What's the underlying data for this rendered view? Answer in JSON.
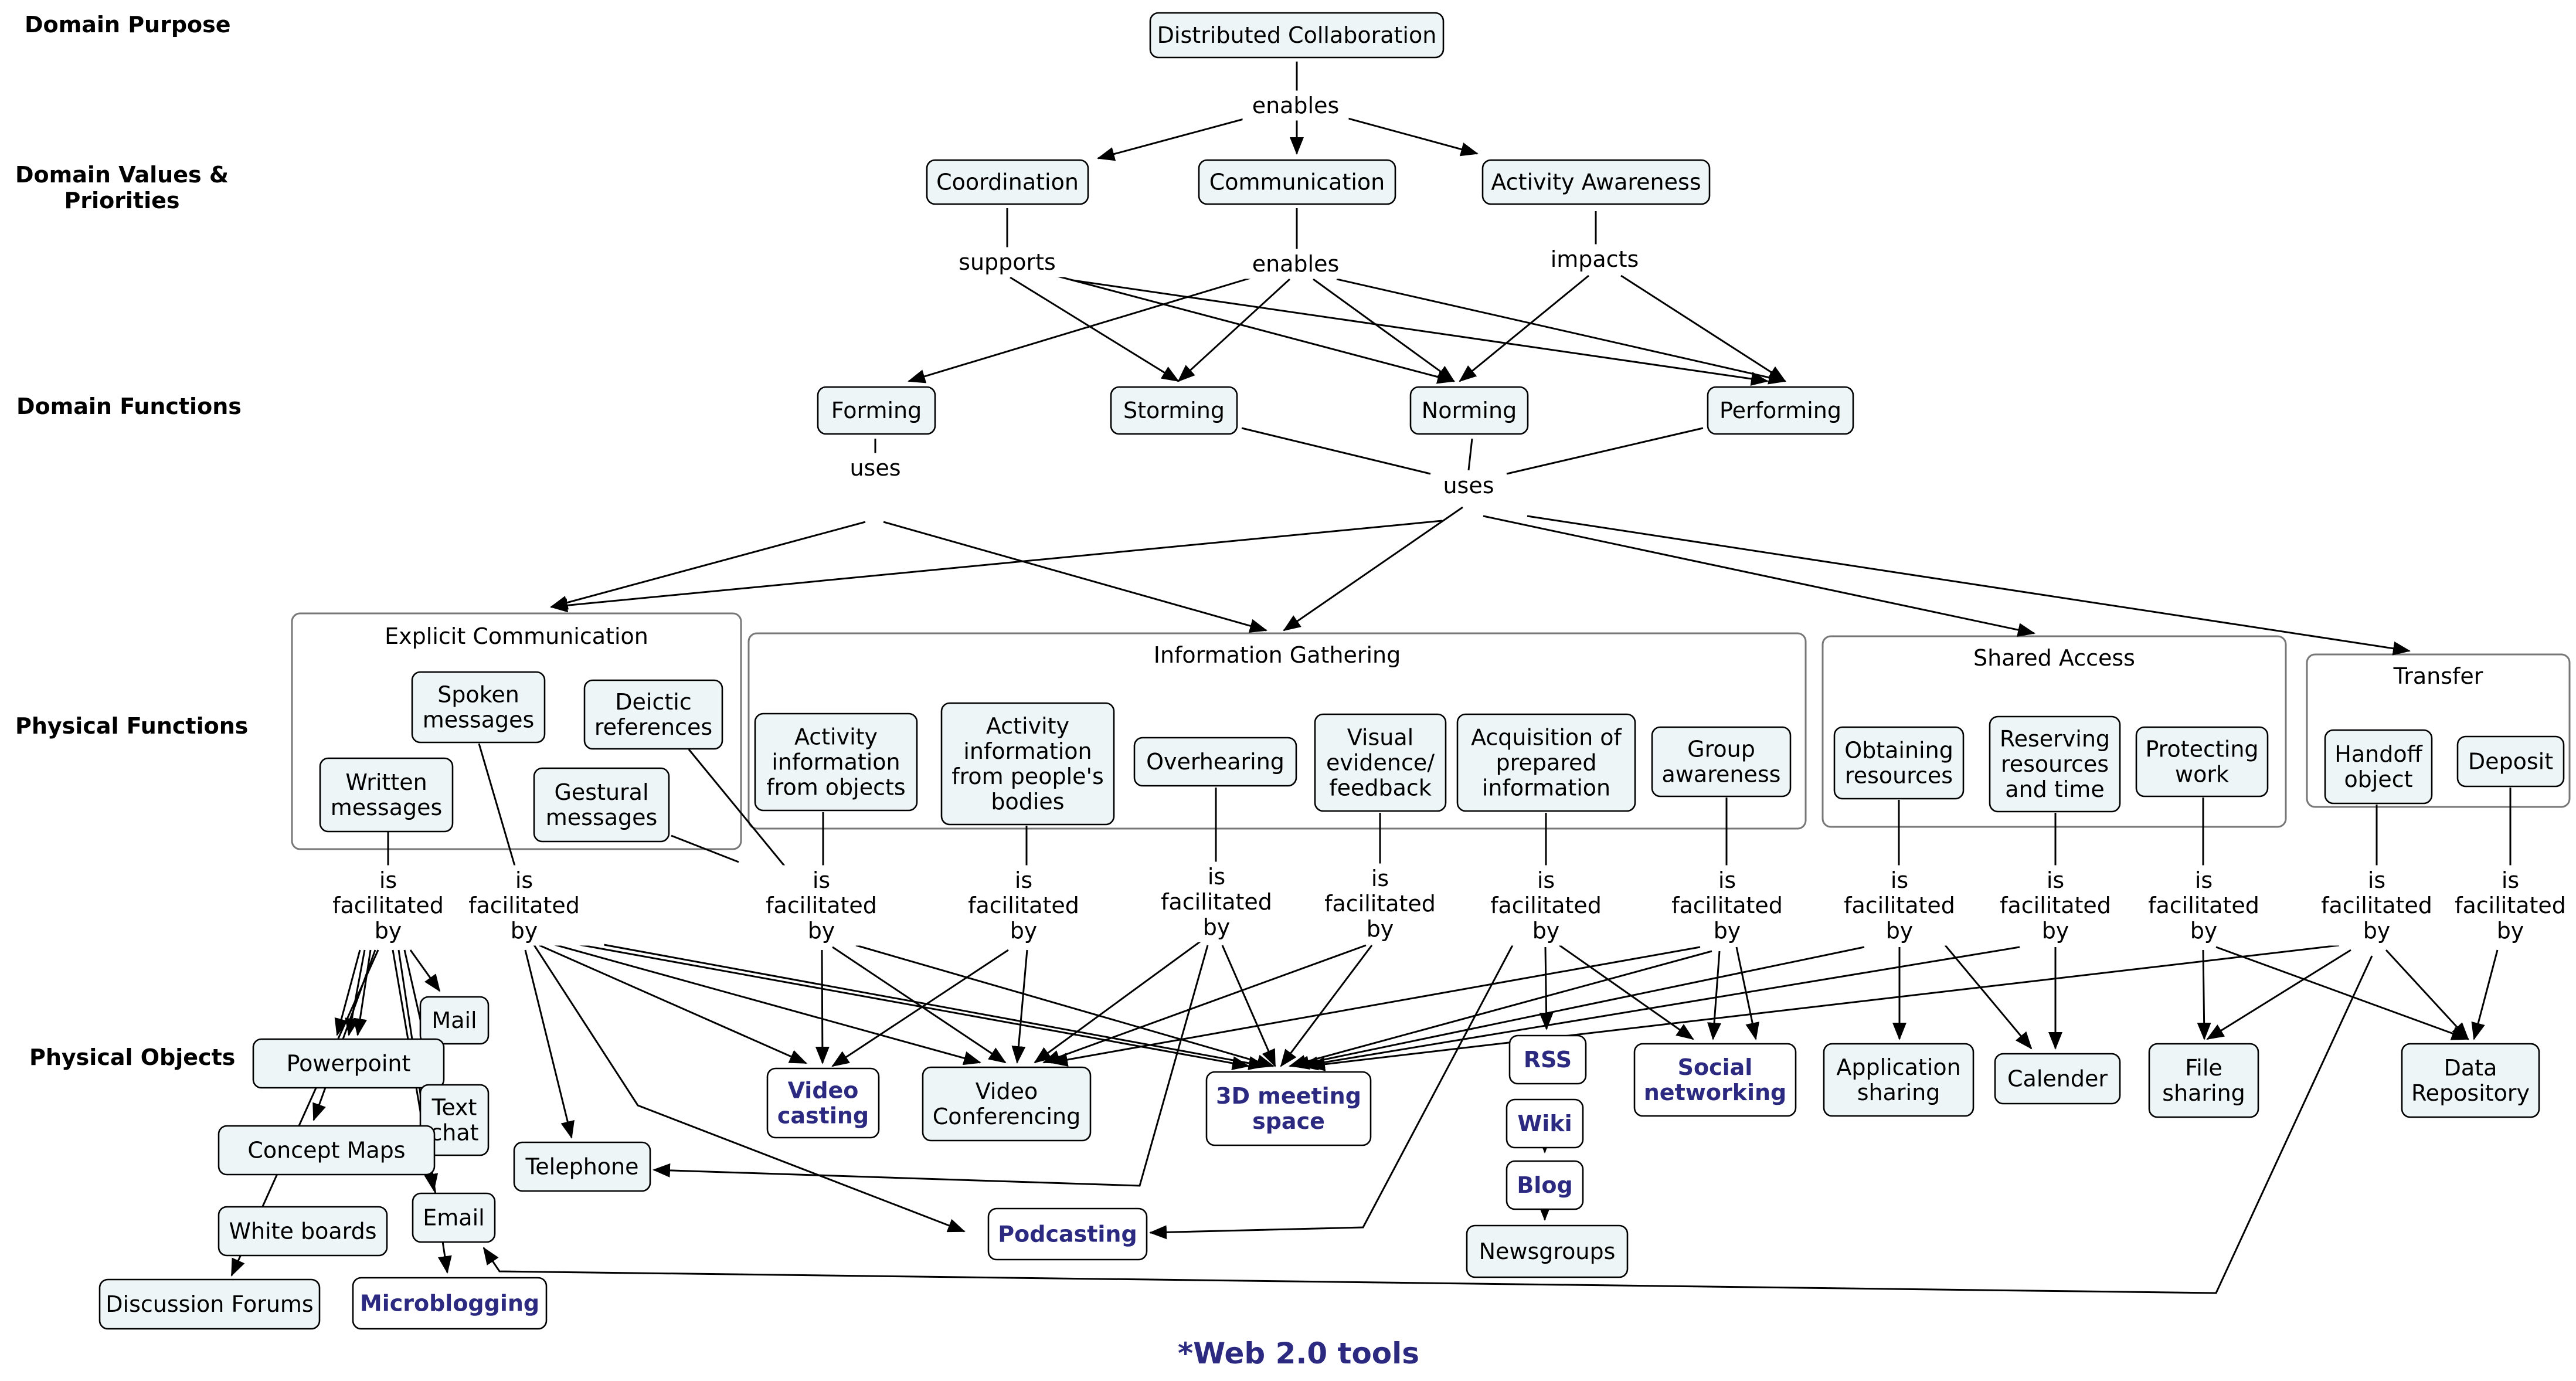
{
  "row_labels": {
    "purpose": [
      "Domain Purpose"
    ],
    "values": [
      "Domain Values &",
      "Priorities"
    ],
    "functions": [
      "Domain Functions"
    ],
    "physical_functions": [
      "Physical Functions"
    ],
    "physical_objects": [
      "Physical Objects"
    ]
  },
  "groups": {
    "explicit": "Explicit Communication",
    "info": "Information Gathering",
    "shared": "Shared Access",
    "transfer": "Transfer"
  },
  "nodes": {
    "dc": [
      "Distributed Collaboration"
    ],
    "coord": [
      "Coordination"
    ],
    "comm": [
      "Communication"
    ],
    "aa": [
      "Activity Awareness"
    ],
    "forming": [
      "Forming"
    ],
    "storming": [
      "Storming"
    ],
    "norming": [
      "Norming"
    ],
    "performing": [
      "Performing"
    ],
    "spoken": [
      "Spoken",
      "messages"
    ],
    "deictic": [
      "Deictic",
      "references"
    ],
    "written": [
      "Written",
      "messages"
    ],
    "gestural": [
      "Gestural",
      "messages"
    ],
    "aiobj": [
      "Activity",
      "information",
      "from objects"
    ],
    "aipeople": [
      "Activity",
      "information",
      "from people's",
      "bodies"
    ],
    "overhearing": [
      "Overhearing"
    ],
    "visual": [
      "Visual",
      "evidence/",
      "feedback"
    ],
    "acq": [
      "Acquisition of",
      "prepared",
      "information"
    ],
    "group_aw": [
      "Group",
      "awareness"
    ],
    "obtaining": [
      "Obtaining",
      "resources"
    ],
    "reserving": [
      "Reserving",
      "resources",
      "and time"
    ],
    "protecting": [
      "Protecting",
      "work"
    ],
    "handoff": [
      "Handoff",
      "object"
    ],
    "deposit": [
      "Deposit"
    ],
    "mail": [
      "Mail"
    ],
    "powerpoint": [
      "Powerpoint"
    ],
    "textchat": [
      "Text",
      "chat"
    ],
    "concept": [
      "Concept Maps"
    ],
    "telephone": [
      "Telephone"
    ],
    "whiteboards": [
      "White boards"
    ],
    "email": [
      "Email"
    ],
    "discussion": [
      "Discussion Forums"
    ],
    "microblogging": [
      "Microblogging"
    ],
    "videocasting": [
      "Video",
      "casting"
    ],
    "videoconf": [
      "Video",
      "Conferencing"
    ],
    "meeting3d": [
      "3D meeting",
      "space"
    ],
    "podcasting": [
      "Podcasting"
    ],
    "rss": [
      "RSS"
    ],
    "wiki": [
      "Wiki"
    ],
    "blog": [
      "Blog"
    ],
    "newsgroups": [
      "Newsgroups"
    ],
    "social": [
      "Social",
      "networking"
    ],
    "appsharing": [
      "Application",
      "sharing"
    ],
    "calender": [
      "Calender"
    ],
    "filesharing": [
      "File",
      "sharing"
    ],
    "datarepo": [
      "Data",
      "Repository"
    ]
  },
  "link_labels": {
    "enables_top": [
      "enables"
    ],
    "supports": [
      "supports"
    ],
    "enables_mid": [
      "enables"
    ],
    "impacts": [
      "impacts"
    ],
    "uses_forming": [
      "uses"
    ],
    "uses_main": [
      "uses"
    ],
    "ifb_written": [
      "is",
      "facilitated",
      "by"
    ],
    "ifb_spoken": [
      "is",
      "facilitated",
      "by"
    ],
    "ifb_aiobj": [
      "is",
      "facilitated",
      "by"
    ],
    "ifb_aipeople": [
      "is",
      "facilitated",
      "by"
    ],
    "ifb_overhearing": [
      "is",
      "facilitated",
      "by"
    ],
    "ifb_visual": [
      "is",
      "facilitated",
      "by"
    ],
    "ifb_acq": [
      "is",
      "facilitated",
      "by"
    ],
    "ifb_group": [
      "is",
      "facilitated",
      "by"
    ],
    "ifb_obtaining": [
      "is",
      "facilitated",
      "by"
    ],
    "ifb_reserving": [
      "is",
      "facilitated",
      "by"
    ],
    "ifb_protecting": [
      "is",
      "facilitated",
      "by"
    ],
    "ifb_handoff": [
      "is",
      "facilitated",
      "by"
    ],
    "ifb_deposit": [
      "is",
      "facilitated",
      "by"
    ]
  },
  "footnote": "*Web 2.0 tools",
  "colors": {
    "node_fill": "#edf5f6",
    "web2_text": "#2b2a80",
    "group_border": "#777777"
  }
}
